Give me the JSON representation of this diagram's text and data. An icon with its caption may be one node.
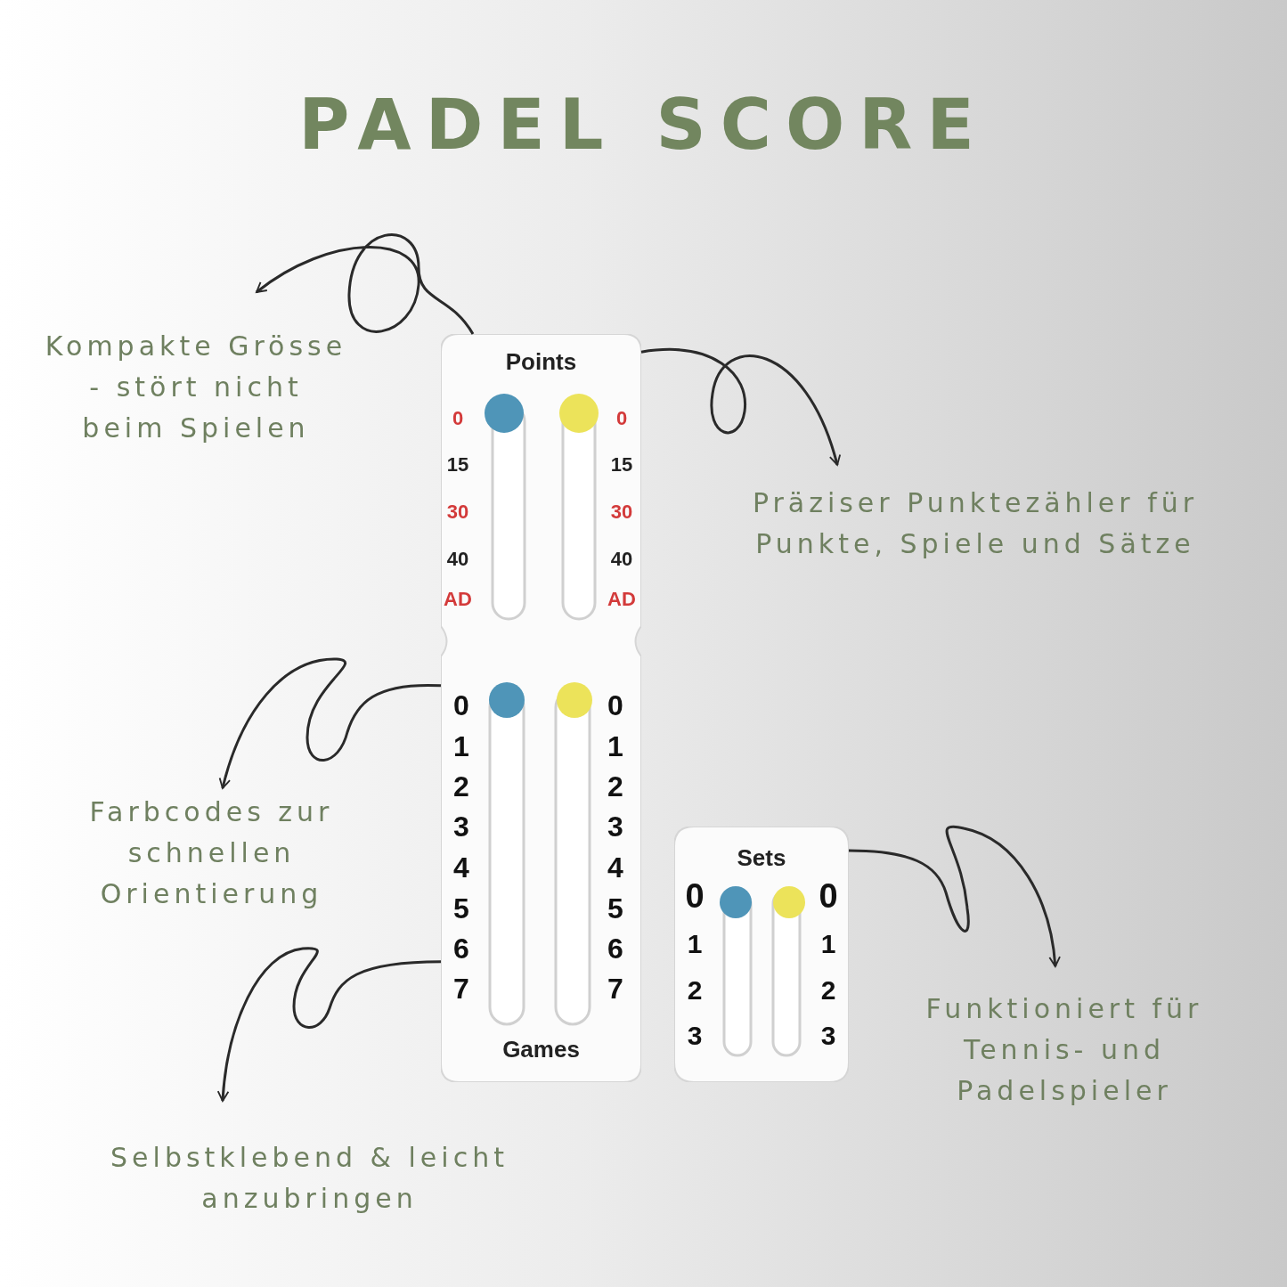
{
  "diagram": {
    "title": "PADEL SCORE",
    "nodes": [
      {
        "text": [
          "Points",
          "Games"
        ]
      },
      {
        "text": [
          "Sets"
        ]
      },
      {
        "text": [
          "Kompakte Grösse - stört nicht beim Spielen"
        ]
      },
      {
        "text": [
          "Präziser Punktezähler für Punkte, Spiele und Sätze"
        ]
      },
      {
        "text": [
          "Farbcodes zur schnellen Orientierung"
        ]
      },
      {
        "text": [
          "Selbstklebend & leicht anzubringen"
        ]
      },
      {
        "text": [
          "Funktioniert für Tennis- und Padelspieler"
        ]
      }
    ],
    "edges": [
      {
        "from": 0,
        "to": 2,
        "arrow": "to"
      },
      {
        "from": 0,
        "to": 3,
        "arrow": "to"
      },
      {
        "from": 0,
        "to": 4,
        "arrow": "to"
      },
      {
        "from": 0,
        "to": 5,
        "arrow": "to"
      },
      {
        "from": 1,
        "to": 6,
        "arrow": "to"
      }
    ],
    "labels": [
      "0",
      "15",
      "30",
      "40",
      "AD",
      "0",
      "15",
      "30",
      "40",
      "AD",
      "0",
      "1",
      "2",
      "3",
      "4",
      "5",
      "6",
      "7",
      "0",
      "1",
      "2",
      "3",
      "4",
      "5",
      "6",
      "7",
      "0",
      "1",
      "2",
      "3",
      "0",
      "1",
      "2",
      "3"
    ]
  }
}
